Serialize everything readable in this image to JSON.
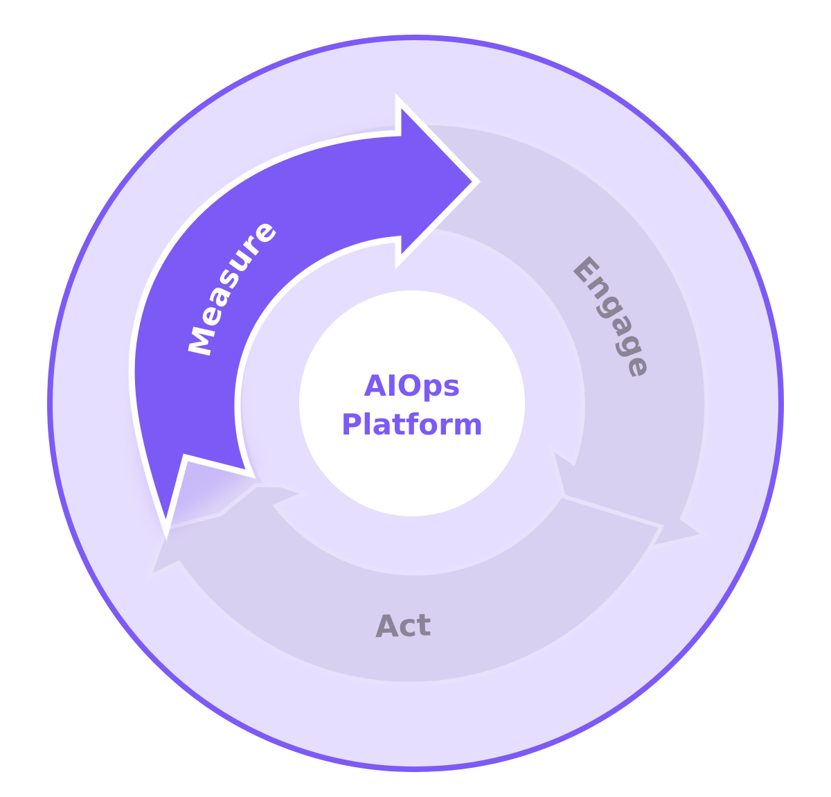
{
  "center": {
    "line1": "AIOps",
    "line2": "Platform"
  },
  "stages": [
    {
      "label": "Measure",
      "state": "active"
    },
    {
      "label": "Engage",
      "state": "inactive"
    },
    {
      "label": "Act",
      "state": "inactive"
    }
  ],
  "colors": {
    "outer_ring": "#7c5af5",
    "outer_fill": "#e6defe",
    "active_arrow": "#7c5af5",
    "inactive_arrow": "#d6cef0",
    "inactive_text": "#8a8496",
    "center_circle": "#ffffff",
    "center_text": "#7c5af5"
  }
}
